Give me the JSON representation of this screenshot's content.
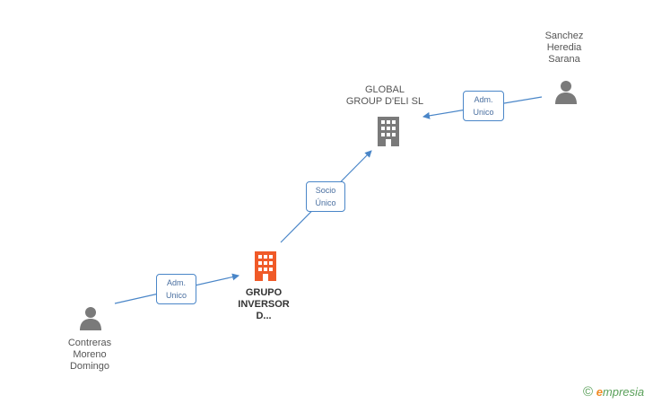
{
  "nodes": {
    "sanchez": {
      "lines": [
        "Sanchez",
        "Heredia",
        "Sarana"
      ]
    },
    "global": {
      "lines": [
        "GLOBAL",
        "GROUP D'ELI  SL"
      ]
    },
    "grupo": {
      "lines": [
        "GRUPO",
        "INVERSOR",
        "D..."
      ]
    },
    "contreras": {
      "lines": [
        "Contreras",
        "Moreno",
        "Domingo"
      ]
    }
  },
  "edges": {
    "sanchez_global": {
      "lines": [
        "Adm.",
        "Unico"
      ]
    },
    "grupo_global": {
      "lines": [
        "Socio",
        "Único"
      ]
    },
    "contreras_grupo": {
      "lines": [
        "Adm.",
        "Unico"
      ]
    }
  },
  "watermark": {
    "copyright": "©",
    "brand_initial": "e",
    "brand_rest": "mpresia"
  },
  "colors": {
    "person": "#7a7a7a",
    "company": "#7a7a7a",
    "company_main": "#f05a28",
    "edge": "#4a86c8"
  }
}
